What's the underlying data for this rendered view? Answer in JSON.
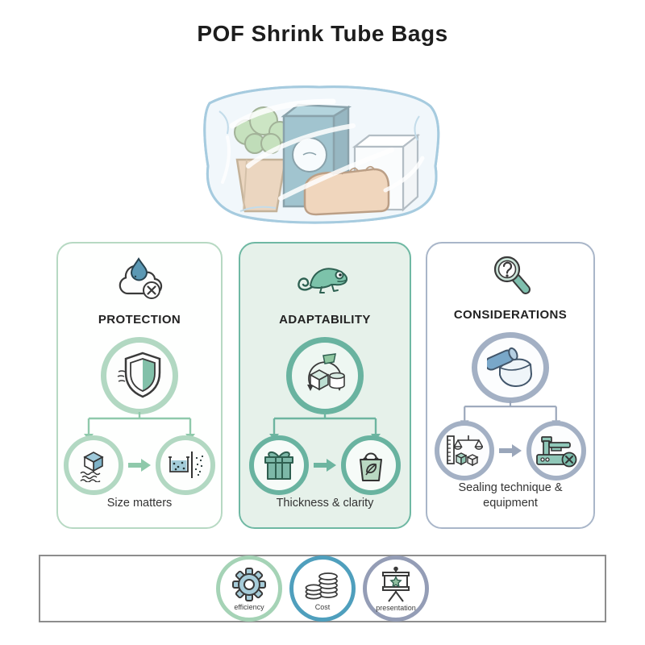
{
  "title": "POF Shrink Tube Bags",
  "hero": {
    "icon": "shrink-wrapped-groceries-illustration"
  },
  "cards": [
    {
      "id": "protection",
      "title": "PROTECTION",
      "caption": "Size matters",
      "top_icon": "cloud-no-moisture-icon",
      "main_icon": "shield-icon",
      "step_icons": [
        "cube-water-icon",
        "dust-barrier-icon"
      ],
      "border_color": "#b7d9c3",
      "ring_color": "#b2d8c2",
      "background": "#ffffff",
      "connector_color": "#8fc9ab"
    },
    {
      "id": "adaptability",
      "title": "ADAPTABILITY",
      "caption": "Thickness & clarity",
      "top_icon": "chameleon-icon",
      "main_icon": "shape-transform-icon",
      "step_icons": [
        "gift-box-icon",
        "eco-shopping-bag-icon"
      ],
      "border_color": "#6fb8a3",
      "ring_color": "#69b3a0",
      "background": "#e6f1ea",
      "connector_color": "#6db5a0"
    },
    {
      "id": "considerations",
      "title": "CONSIDERATIONS",
      "caption": "Sealing technique & equipment",
      "top_icon": "magnifier-question-icon",
      "main_icon": "film-roll-icon",
      "step_icons": [
        "measure-compare-icon",
        "sealing-machine-icon"
      ],
      "border_color": "#a9b6c9",
      "ring_color": "#a3b0c4",
      "background": "#ffffff",
      "connector_color": "#9aa6ba"
    }
  ],
  "footer": {
    "badges": [
      {
        "label": "efficiency",
        "icon": "gear-icon",
        "ring_color": "#a5d3b6"
      },
      {
        "label": "Cost",
        "icon": "coins-icon",
        "ring_color": "#4f9fbd"
      },
      {
        "label": "presentation",
        "icon": "presentation-easel-icon",
        "ring_color": "#949db6"
      }
    ]
  },
  "colors": {
    "accent_green": "#69b3a0",
    "accent_light_green": "#b2d8c2",
    "accent_blue": "#5b98b4",
    "accent_gray_blue": "#a3b0c4",
    "bag_outline": "#a6cbdf",
    "text": "#2b2b2b"
  }
}
